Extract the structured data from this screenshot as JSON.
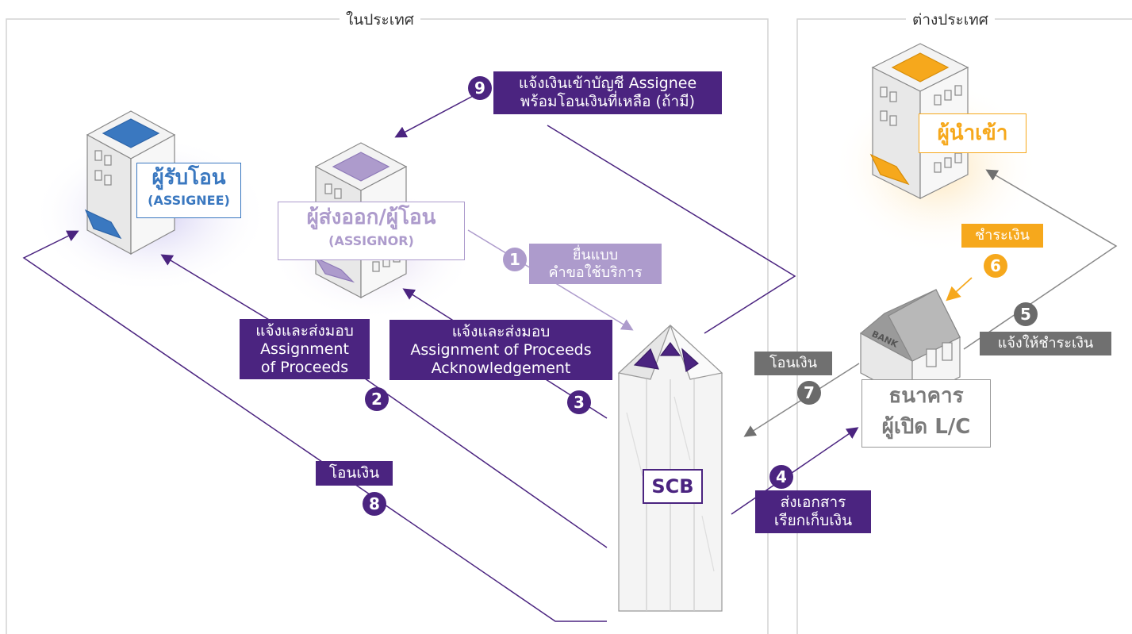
{
  "regions": {
    "domestic_title": "ในประเทศ",
    "foreign_title": "ต่างประเทศ"
  },
  "parties": {
    "assignee_name": "ผู้รับโอน",
    "assignee_sub": "(ASSIGNEE)",
    "assignor_name": "ผู้ส่งออก/ผู้โอน",
    "assignor_sub": "(ASSIGNOR)",
    "importer_name": "ผู้นำเข้า",
    "bank_line1": "ธนาคาร",
    "bank_line2": "ผู้เปิด L/C",
    "bank_sign": "BANK",
    "scb_label": "SCB"
  },
  "steps": [
    {
      "num": "1",
      "line1": "ยื่นแบบ",
      "line2": "คำขอใช้บริการ"
    },
    {
      "num": "2",
      "line1": "แจ้งและส่งมอบ",
      "line2": "Assignment",
      "line3": "of Proceeds"
    },
    {
      "num": "3",
      "line1": "แจ้งและส่งมอบ",
      "line2": "Assignment of Proceeds",
      "line3": "Acknowledgement"
    },
    {
      "num": "4",
      "line1": "ส่งเอกสาร",
      "line2": "เรียกเก็บเงิน"
    },
    {
      "num": "5",
      "line1": "แจ้งให้ชำระเงิน"
    },
    {
      "num": "6",
      "line1": "ชำระเงิน"
    },
    {
      "num": "7",
      "line1": "โอนเงิน"
    },
    {
      "num": "8",
      "line1": "โอนเงิน"
    },
    {
      "num": "9",
      "line1": "แจ้งเงินเข้าบัญชี Assignee",
      "line2": "พร้อมโอนเงินที่เหลือ (ถ้ามี)"
    }
  ],
  "colors": {
    "purple": "#4b2480",
    "lilac": "#ad9bcc",
    "blue": "#3a78c0",
    "amber": "#f6a81c",
    "gray": "#707070"
  }
}
